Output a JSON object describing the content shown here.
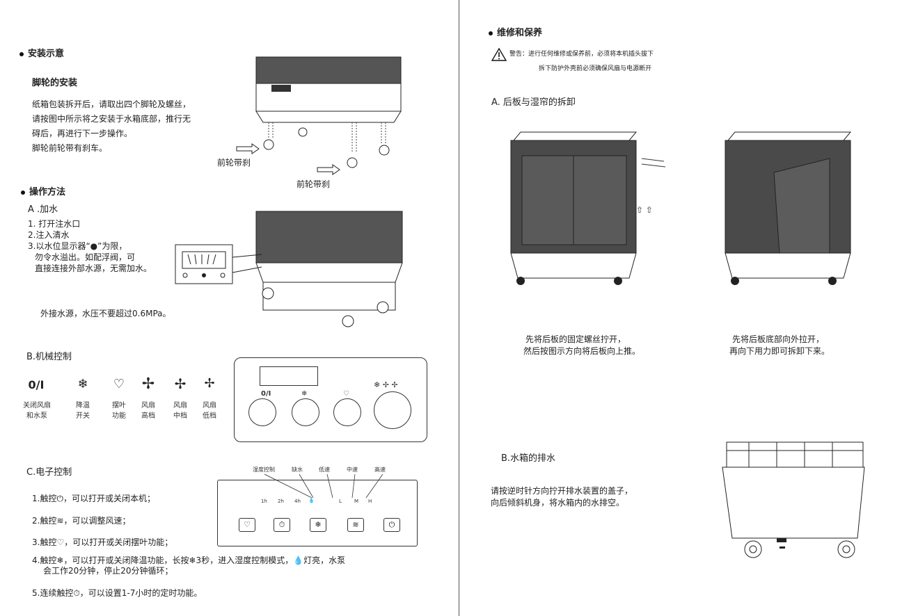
{
  "left": {
    "install": {
      "title": "安装示意",
      "subtitle": "脚轮的安装",
      "lines": [
        "纸箱包装拆开后，请取出四个脚轮及螺丝，",
        "请按图中所示将之安装于水箱底部，推行无",
        "碍后，再进行下一步操作。",
        "脚轮前轮带有刹车。"
      ],
      "label_front_brake_1": "前轮带刹",
      "label_front_brake_2": "前轮带刹"
    },
    "operation": {
      "title": "操作方法",
      "sub_a": "A .加水",
      "steps": [
        "1. 打开注水口",
        "2.注入清水",
        "3.以水位显示器“●”为限，",
        "勿令水溢出。如配浮阀，可",
        "直接连接外部水源，无需加水。"
      ],
      "note": "外接水源，水压不要超过0.6MPa。"
    },
    "mechanical": {
      "title": "B.机械控制",
      "icons": [
        {
          "symbol": "0/I",
          "label1": "关闭风扇",
          "label2": "和水泵"
        },
        {
          "symbol": "❄",
          "label1": "降温",
          "label2": "开关"
        },
        {
          "symbol": "♡",
          "label1": "摆叶",
          "label2": "功能"
        },
        {
          "symbol": "✢",
          "label1": "风扇",
          "label2": "高档"
        },
        {
          "symbol": "✢",
          "label1": "风扇",
          "label2": "中档"
        },
        {
          "symbol": "✢",
          "label1": "风扇",
          "label2": "低档"
        }
      ],
      "panel_knob_labels": [
        "0/I",
        "❄",
        "♡",
        "❄ ✢ ✢"
      ]
    },
    "electronic": {
      "title": "C.电子控制",
      "panel_top_labels": [
        "湿度控制",
        "缺水",
        "低速",
        "中速",
        "高速"
      ],
      "panel_indicators": [
        "1h",
        "2h",
        "4h",
        "💧",
        "L",
        "M",
        "H"
      ],
      "panel_buttons": [
        "♡",
        "⏱",
        "❄",
        "≋",
        "⏻"
      ],
      "items": [
        "1.触控⏻，可以打开或关闭本机；",
        "2.触控≋，可以调整风速；",
        "3.触控♡，可以打开或关闭摆叶功能；",
        "4.触控❄，可以打开或关闭降温功能，长按❄3秒，进入湿度控制模式，💧灯亮，水泵",
        "会工作20分钟，停止20分钟循环；",
        "5.连续触控⏱，可以设置1-7小时的定时功能。"
      ]
    }
  },
  "right": {
    "maintenance": {
      "title": "维修和保养",
      "warning1": "警告：进行任何维修或保养前，必须将本机插头拔下",
      "warning2": "拆下防护外壳前必须确保风扇与电源断开"
    },
    "section_a": {
      "title": "A. 后板与湿帘的拆卸",
      "caption1a": "先将后板的固定螺丝拧开，",
      "caption1b": "然后按图示方向将后板向上推。",
      "caption2a": "先将后板底部向外拉开，",
      "caption2b": "再向下用力即可拆卸下来。"
    },
    "section_b": {
      "title": "B.水箱的排水",
      "line1": "请按逆时针方向拧开排水装置的盖子，",
      "line2": "向后倾斜机身，将水箱内的水排空。"
    }
  },
  "colors": {
    "ink": "#222222",
    "line": "#333333",
    "grille": "#4a4a4a"
  }
}
